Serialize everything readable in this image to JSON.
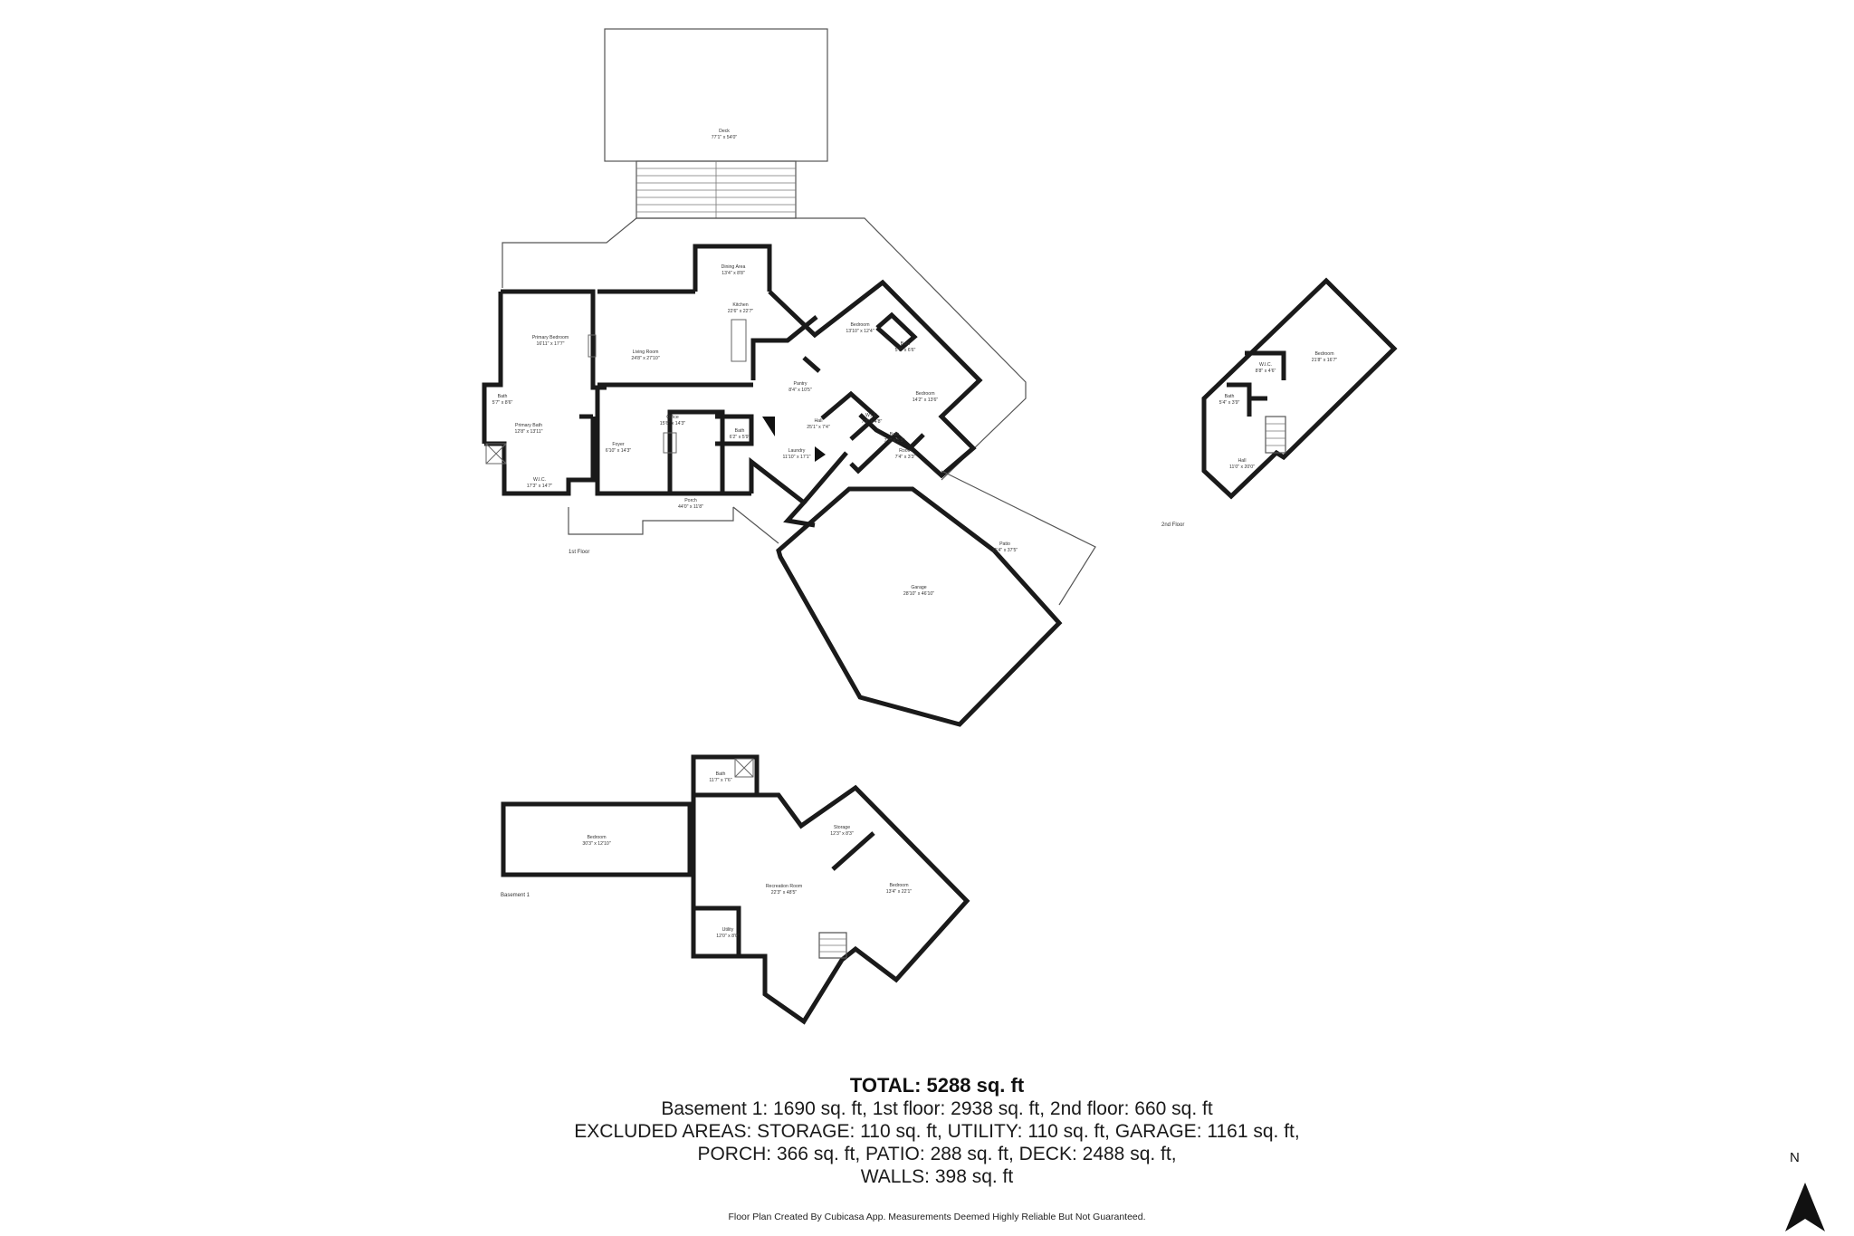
{
  "floors": {
    "first": {
      "label": "1st Floor",
      "rooms": [
        {
          "name": "Deck",
          "dims": "77'1\" x 54'0\""
        },
        {
          "name": "Dining Area",
          "dims": "13'4\" x 8'8\""
        },
        {
          "name": "Kitchen",
          "dims": "22'6\" x 22'7\""
        },
        {
          "name": "Bedroom",
          "dims": "13'10\" x 12'4\""
        },
        {
          "name": "Bath",
          "dims": "5'1\" x 6'6\""
        },
        {
          "name": "Bedroom",
          "dims": "14'2\" x 13'6\""
        },
        {
          "name": "Primary Bedroom",
          "dims": "16'11\" x 17'7\""
        },
        {
          "name": "Living Room",
          "dims": "24'8\" x 27'10\""
        },
        {
          "name": "Pantry",
          "dims": "8'4\" x 10'5\""
        },
        {
          "name": "Bath",
          "dims": "5'7\" x 8'6\""
        },
        {
          "name": "Primary Bath",
          "dims": "12'8\" x 13'11\""
        },
        {
          "name": "Office",
          "dims": "15'6\" x 14'3\""
        },
        {
          "name": "Bath",
          "dims": "6'2\" x 5'9\""
        },
        {
          "name": "Hall",
          "dims": "25'1\" x 7'4\""
        },
        {
          "name": "W.I.C.",
          "dims": "7'3\" x 4'8\""
        },
        {
          "name": "Bath",
          "dims": "7'1\" x 5'5\""
        },
        {
          "name": "Foyer",
          "dims": "6'10\" x 14'3\""
        },
        {
          "name": "Laundry",
          "dims": "11'10\" x 17'1\""
        },
        {
          "name": "Room",
          "dims": "7'4\" x 3'3\""
        },
        {
          "name": "W.I.C.",
          "dims": "17'3\" x 14'7\""
        },
        {
          "name": "Porch",
          "dims": "44'0\" x 11'8\""
        },
        {
          "name": "Patio",
          "dims": "15'4\" x 37'5\""
        },
        {
          "name": "Garage",
          "dims": "28'10\" x 46'10\""
        }
      ]
    },
    "second": {
      "label": "2nd Floor",
      "rooms": [
        {
          "name": "Bedroom",
          "dims": "21'8\" x 16'7\""
        },
        {
          "name": "W.I.C.",
          "dims": "8'8\" x 4'6\""
        },
        {
          "name": "Bath",
          "dims": "5'4\" x 3'9\""
        },
        {
          "name": "Hall",
          "dims": "11'0\" x 20'0\""
        }
      ]
    },
    "basement": {
      "label": "Basement 1",
      "rooms": [
        {
          "name": "Bath",
          "dims": "11'7\" x 7'6\""
        },
        {
          "name": "Bedroom",
          "dims": "30'3\" x 12'10\""
        },
        {
          "name": "Storage",
          "dims": "12'3\" x 8'3\""
        },
        {
          "name": "Recreation Room",
          "dims": "22'3\" x 48'5\""
        },
        {
          "name": "Bedroom",
          "dims": "13'4\" x 22'1\""
        },
        {
          "name": "Utility",
          "dims": "12'0\" x 8'0\""
        }
      ]
    }
  },
  "summary": {
    "total": "TOTAL: 5288 sq. ft",
    "line1": "Basement 1: 1690 sq. ft, 1st floor: 2938 sq. ft, 2nd floor: 660 sq. ft",
    "line2": "EXCLUDED AREAS: STORAGE: 110 sq. ft, UTILITY: 110 sq. ft, GARAGE: 1161 sq. ft,",
    "line3": "PORCH: 366 sq. ft, PATIO: 288 sq. ft, DECK: 2488 sq. ft,",
    "line4": "WALLS: 398 sq. ft"
  },
  "credit": "Floor Plan Created By Cubicasa App. Measurements Deemed Highly Reliable But Not Guaranteed.",
  "compass": {
    "label": "N",
    "icon": "north-arrow-icon"
  }
}
